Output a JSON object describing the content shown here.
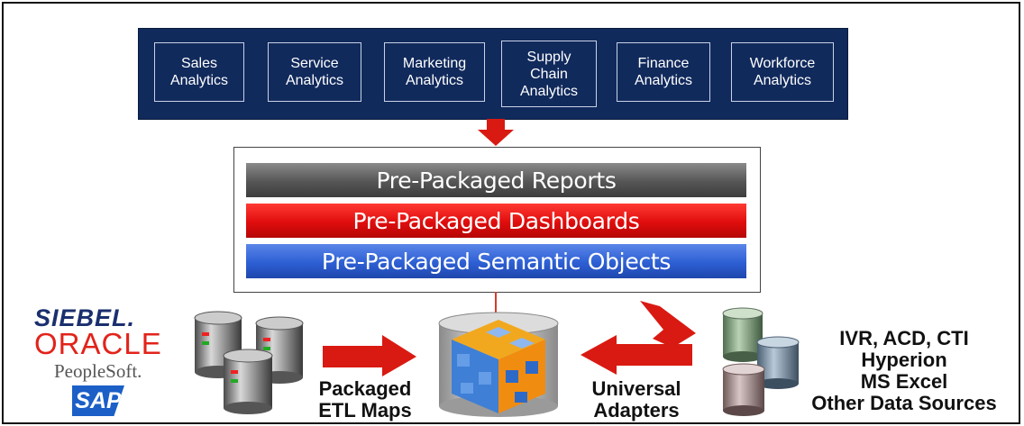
{
  "modules": [
    {
      "label": "Sales\nAnalytics"
    },
    {
      "label": "Service\nAnalytics"
    },
    {
      "label": "Marketing\nAnalytics"
    },
    {
      "label": "Supply\nChain\nAnalytics"
    },
    {
      "label": "Finance\nAnalytics"
    },
    {
      "label": "Workforce\nAnalytics"
    }
  ],
  "layers": {
    "reports": "Pre-Packaged Reports",
    "dashboards": "Pre-Packaged Dashboards",
    "semantic": "Pre-Packaged Semantic Objects"
  },
  "sources": {
    "siebel": "SIEBEL.",
    "oracle": "ORACLE",
    "peoplesoft": "PeopleSoft.",
    "sap": "SAP"
  },
  "labels": {
    "etl": "Packaged\nETL Maps",
    "adapters": "Universal\nAdapters",
    "other_sources": "IVR, ACD, CTI\nHyperion\nMS Excel\nOther Data Sources"
  },
  "colors": {
    "navy": "#112a5c",
    "arrow_red": "#d91a12",
    "reports": "#555555",
    "dashboards": "#e00d0d",
    "semantic": "#2d5fd4"
  }
}
